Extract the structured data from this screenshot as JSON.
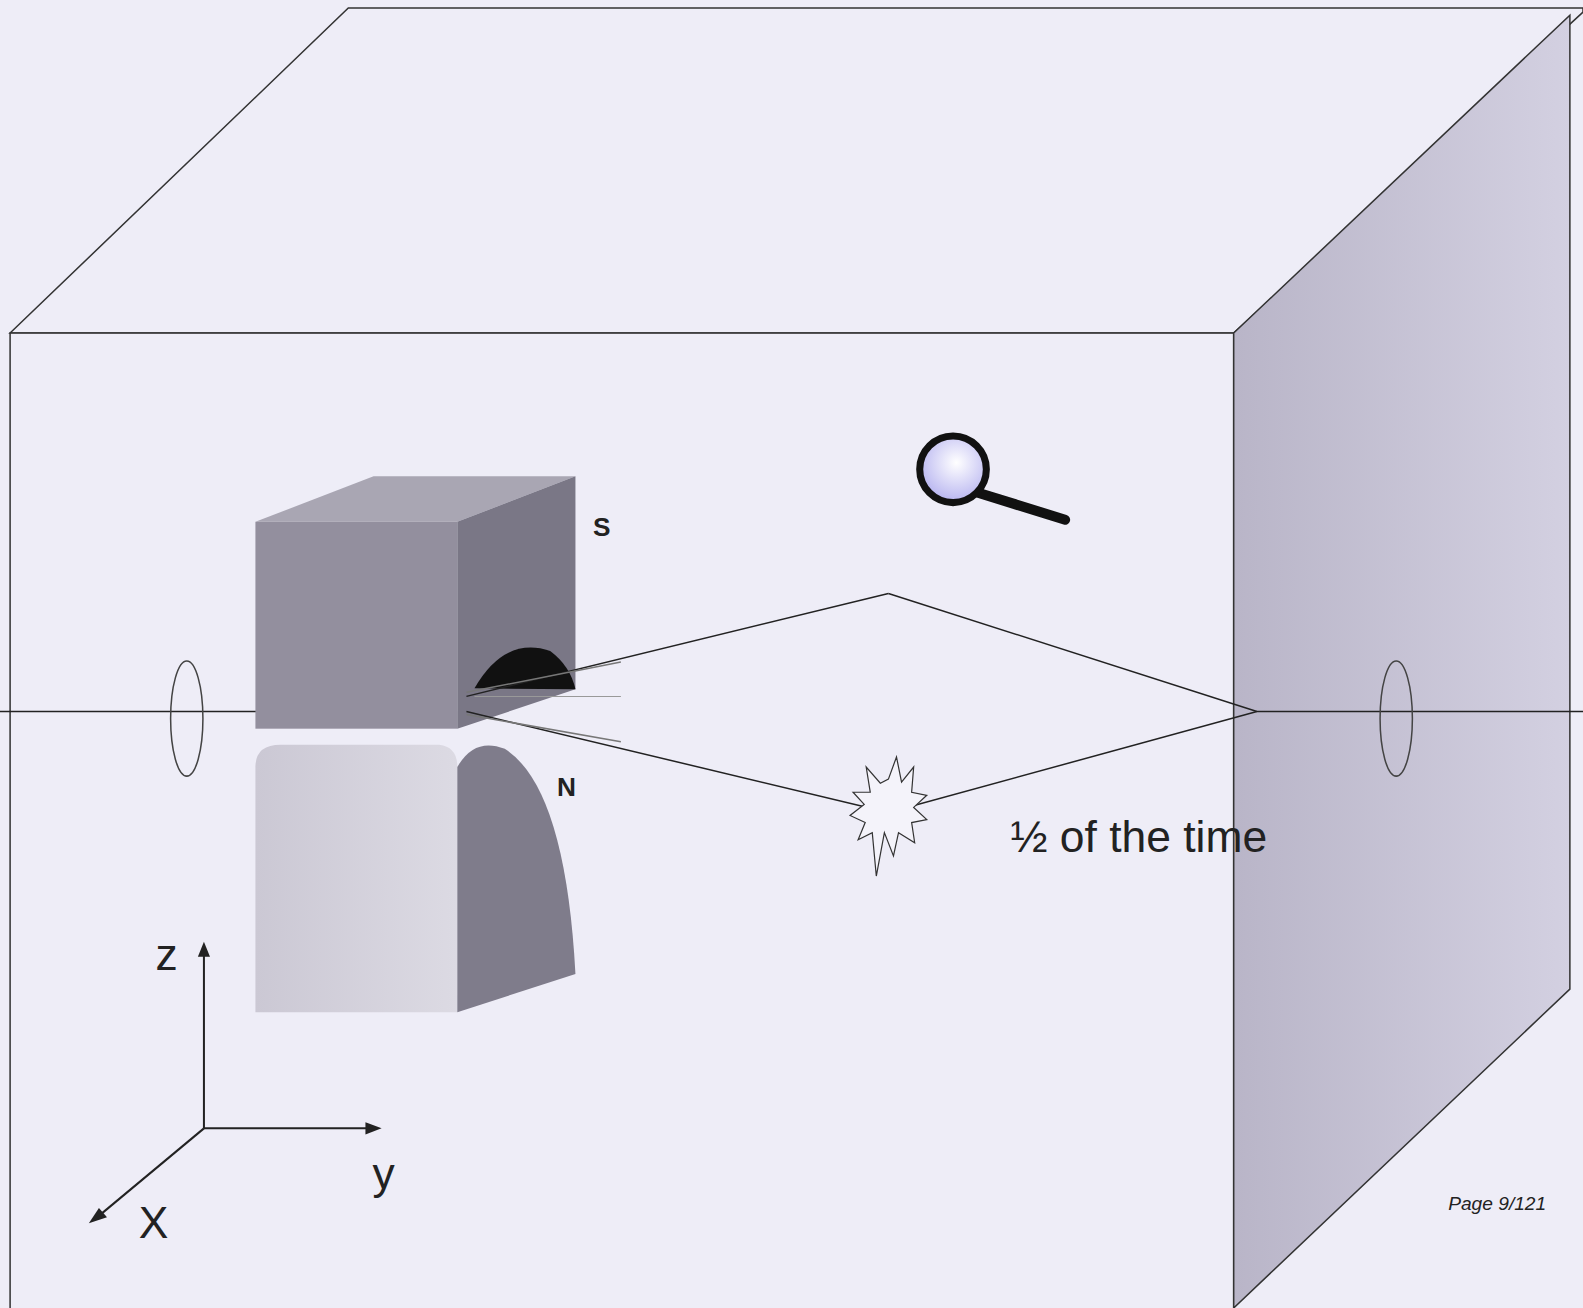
{
  "diagram": {
    "labels": [
      "S",
      "N",
      "½ of the time",
      "z",
      "y",
      "X",
      "Page 9/121"
    ]
  }
}
